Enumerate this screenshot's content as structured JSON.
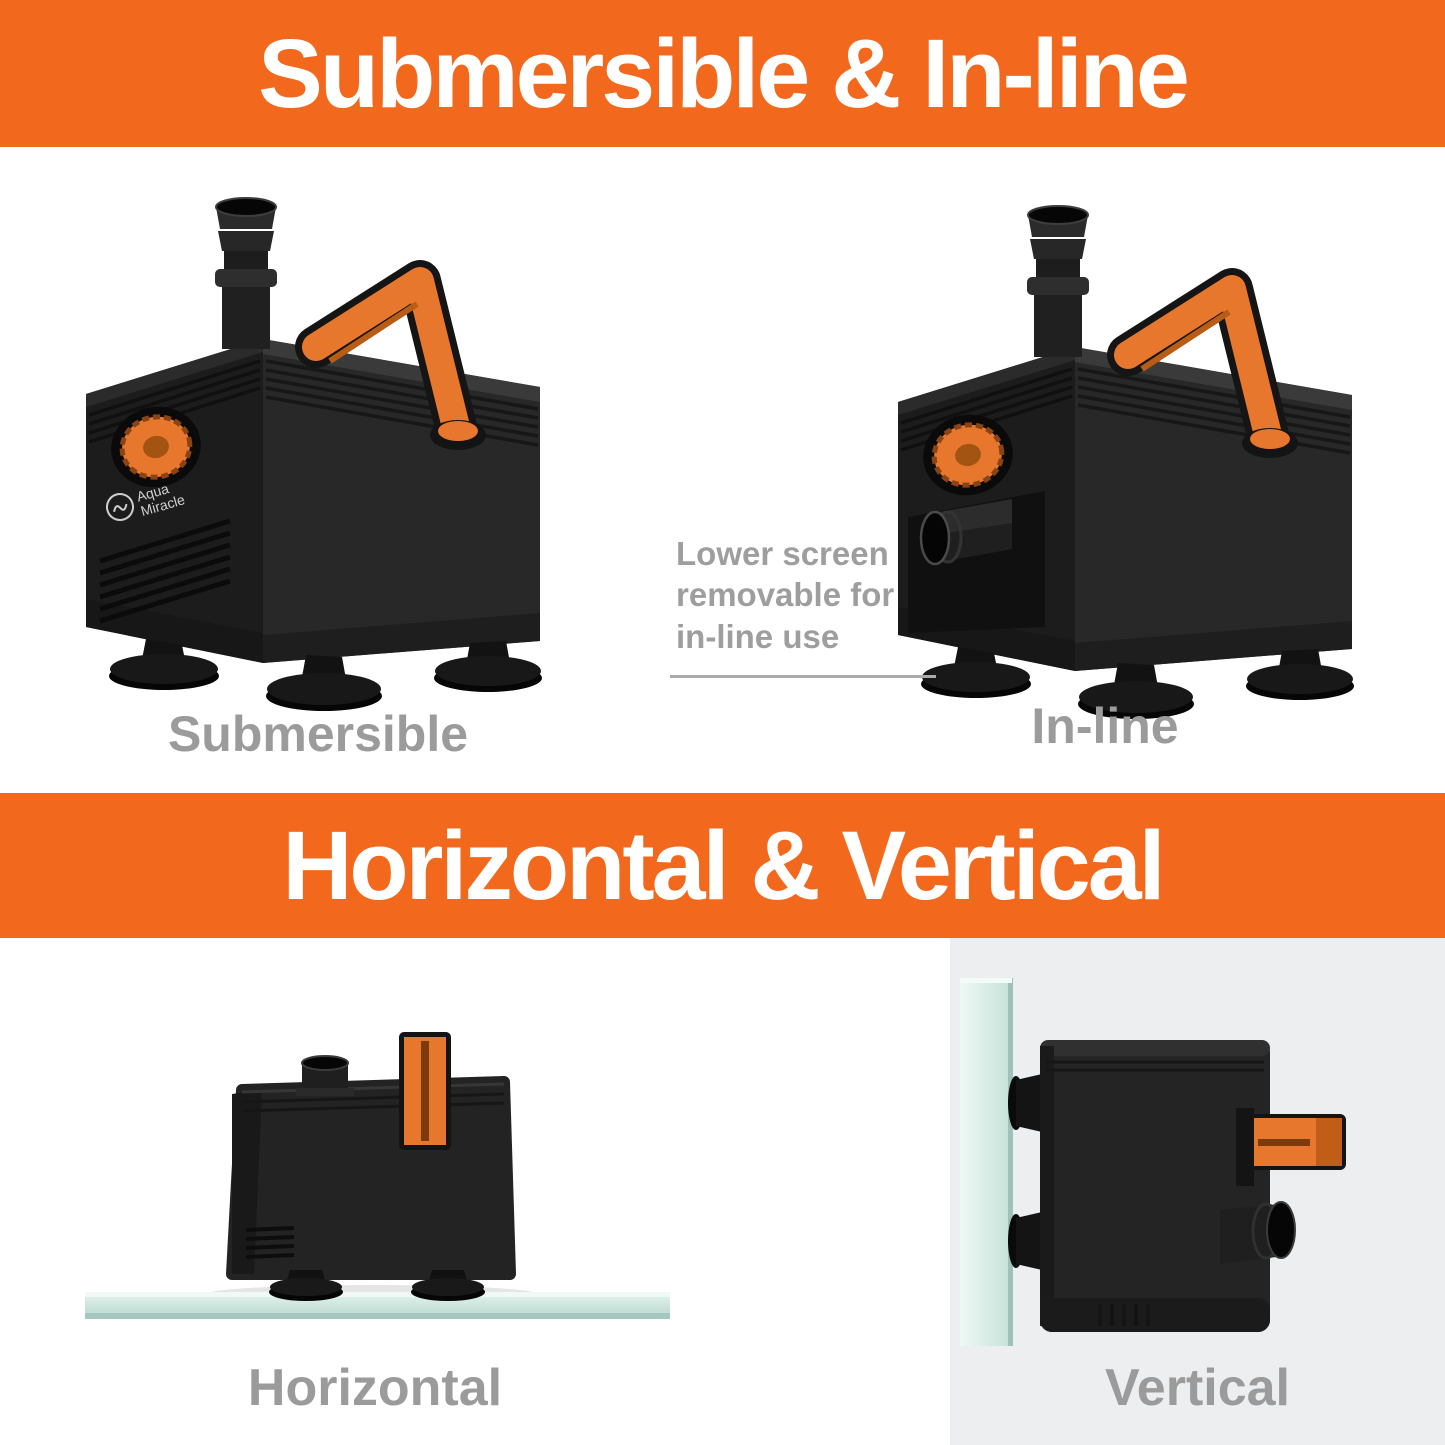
{
  "colors": {
    "banner_orange": "#F2681C",
    "handle_orange": "#E8772E",
    "label_gray": "#9B9B9B",
    "annotation_gray": "#9E9E9E",
    "panel_gray": "#ECEEF0",
    "pump_body_dark": "#232323",
    "glass_teal": "#CDE6DE"
  },
  "section_top": {
    "banner": "Submersible & In-line",
    "annotation": {
      "line1": "Lower screen",
      "line2": "removable for",
      "line3": "in-line use"
    },
    "labels": {
      "left": "Submersible",
      "right": "In-line"
    }
  },
  "section_bottom": {
    "banner": "Horizontal & Vertical",
    "labels": {
      "left": "Horizontal",
      "right": "Vertical"
    }
  },
  "brand": {
    "line1": "Aqua",
    "line2": "Miracle"
  }
}
